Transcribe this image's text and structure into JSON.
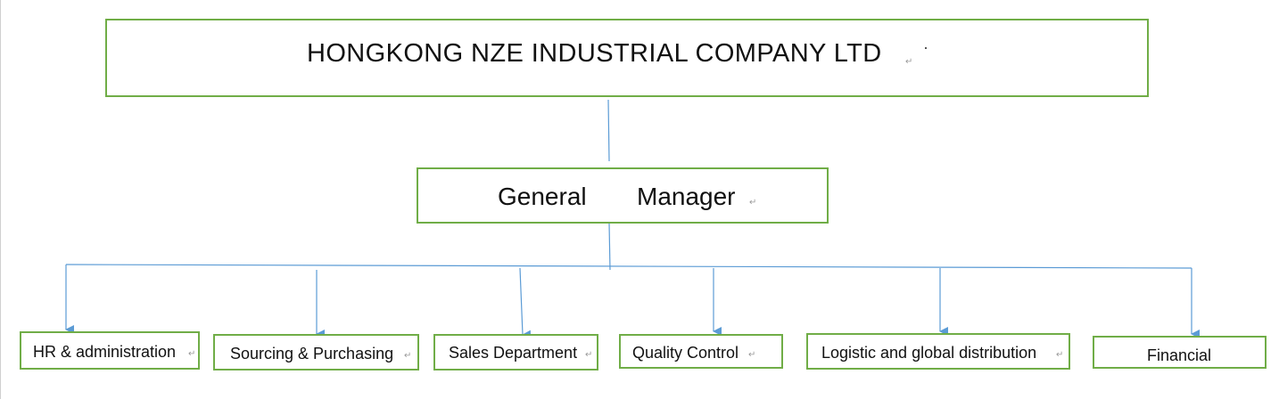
{
  "company": {
    "name": "HONGKONG NZE INDUSTRIAL COMPANY LTD"
  },
  "manager": {
    "word1": "General",
    "word2": "Manager"
  },
  "departments": [
    {
      "label": "HR & administration"
    },
    {
      "label": "Sourcing & Purchasing"
    },
    {
      "label": "Sales Department"
    },
    {
      "label": "Quality Control"
    },
    {
      "label": "Logistic and global distribution"
    },
    {
      "label": "Financial"
    }
  ],
  "para_mark": "↵",
  "colors": {
    "box_border": "#70ad47",
    "connector": "#5b9bd5"
  }
}
